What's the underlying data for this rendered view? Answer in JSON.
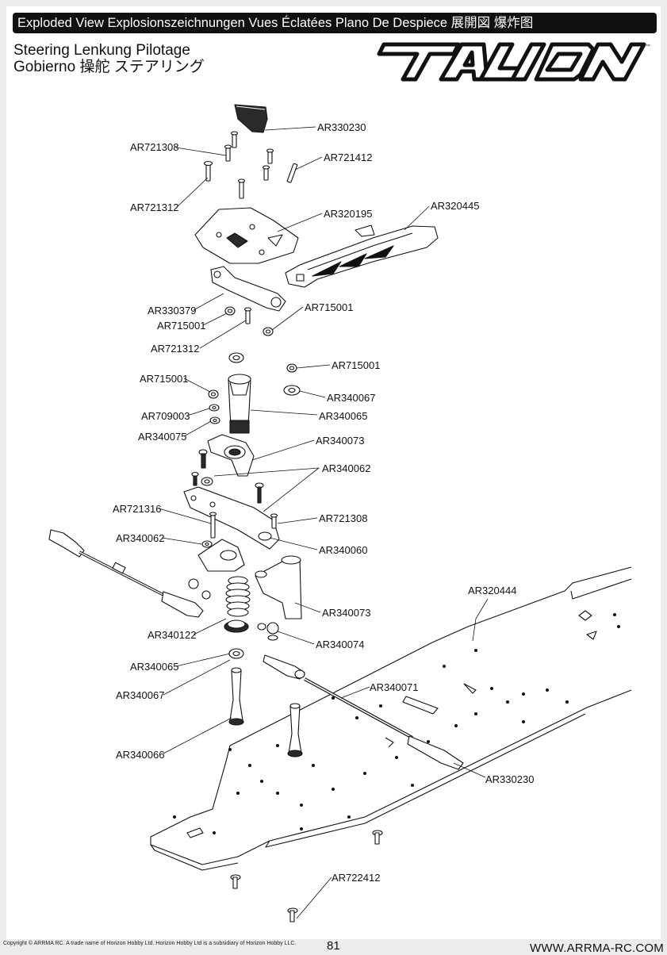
{
  "header": {
    "title": "Exploded View  Explosionszeichnungen  Vues Éclatées  Plano De Despiece 展開図  爆炸图",
    "subtitle_line1": "Steering    Lenkung    Pilotage",
    "subtitle_line2": "Gobierno   操舵    ステアリング"
  },
  "brand": {
    "logo_text": "TALION",
    "logo_icon": "talion-logo"
  },
  "labels": {
    "p01": "AR330230",
    "p02": "AR721308",
    "p03": "AR721412",
    "p04": "AR721312",
    "p05": "AR320195",
    "p06": "AR320445",
    "p07": "AR330379",
    "p08": "AR715001",
    "p09": "AR715001",
    "p10": "AR721312",
    "p11": "AR715001",
    "p12": "AR715001",
    "p13": "AR340067",
    "p14": "AR709003",
    "p15": "AR340065",
    "p16": "AR340075",
    "p17": "AR340073",
    "p18": "AR340062",
    "p19": "AR721316",
    "p20": "AR721308",
    "p21": "AR340062",
    "p22": "AR340060",
    "p23": "AR320444",
    "p24": "AR340073",
    "p25": "AR340122",
    "p26": "AR340074",
    "p27": "AR340065",
    "p28": "AR340071",
    "p29": "AR340067",
    "p30": "AR340066",
    "p31": "AR330230",
    "p32": "AR722412"
  },
  "footer": {
    "copyright": "Copyright © ARRMA RC. A trade name of Horizon Hobby Ltd. Horizon Hobby Ltd is a subsidiary of Horizon Hobby LLC.",
    "page_number": "81",
    "website": "WWW.ARRMA-RC.COM"
  },
  "colors": {
    "ink": "#111111",
    "part_fill": "#ffffff",
    "dark_part": "#2a2a2a",
    "page_bg": "#ececec"
  }
}
